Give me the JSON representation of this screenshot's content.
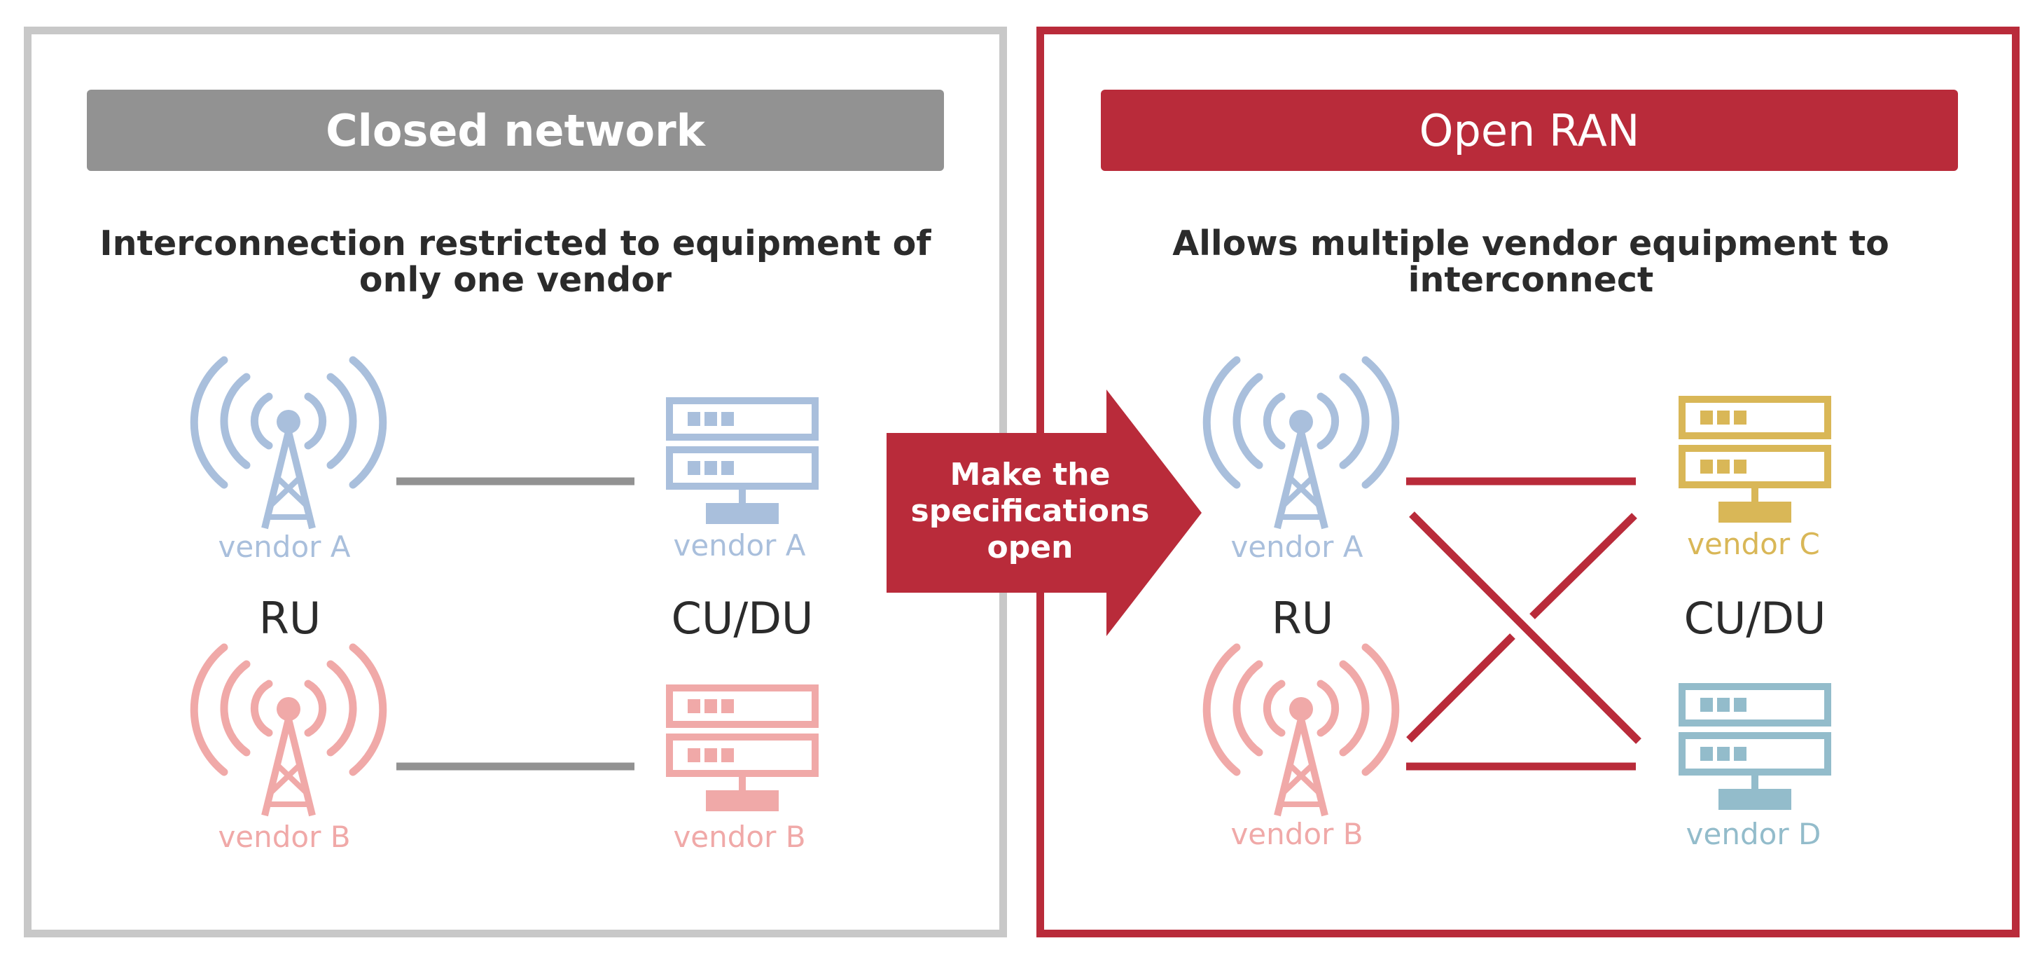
{
  "closed_panel": {
    "title": "Closed network",
    "subtitle": "Interconnection restricted to equipment of only one vendor",
    "ru_label": "RU",
    "cudu_label": "CU/DU",
    "ru_top_vendor": "vendor A",
    "ru_bottom_vendor": "vendor B",
    "cudu_top_vendor": "vendor A",
    "cudu_bottom_vendor": "vendor B"
  },
  "open_panel": {
    "title": "Open RAN",
    "subtitle": "Allows multiple vendor equipment to interconnect",
    "ru_label": "RU",
    "cudu_label": "CU/DU",
    "ru_top_vendor": "vendor A",
    "ru_bottom_vendor": "vendor B",
    "cudu_top_vendor": "vendor C",
    "cudu_bottom_vendor": "vendor D"
  },
  "transition_arrow": {
    "label": "Make the specifications open"
  },
  "colors": {
    "closed_border": "#c8c8c8",
    "closed_header": "#929292",
    "open_accent": "#b92b3a",
    "vendor_a": "#a9bfdc",
    "vendor_b": "#f0a9a8",
    "vendor_c": "#d9b757",
    "vendor_d": "#93bccb",
    "closed_link": "#929292"
  },
  "icons": {
    "ru": "antenna-tower-icon",
    "cudu": "server-rack-icon"
  }
}
